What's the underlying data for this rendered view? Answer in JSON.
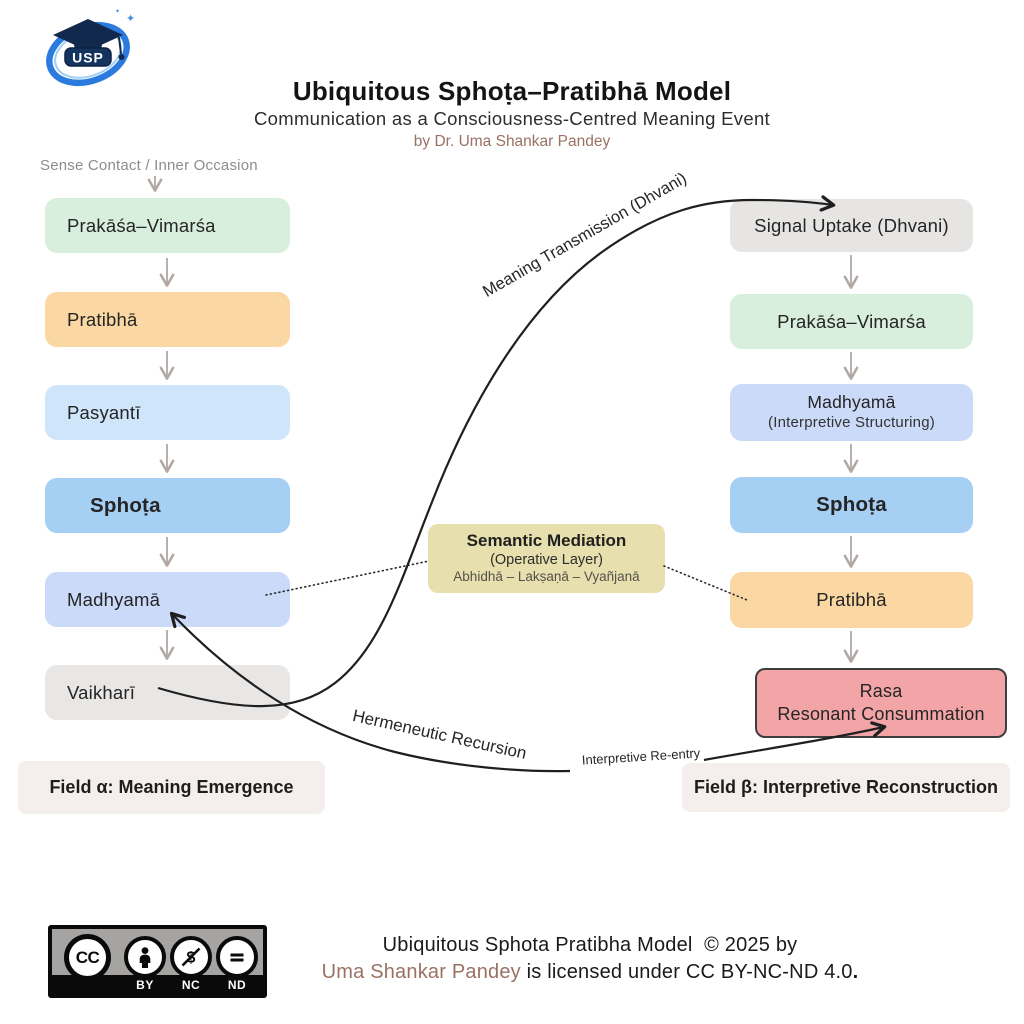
{
  "logo": {
    "text": "USP"
  },
  "header": {
    "title": "Ubiquitous Sphoṭa–Pratibhā Model",
    "subtitle": "Communication as a Consciousness-Centred Meaning Event",
    "byline": "by Dr. Uma Shankar Pandey"
  },
  "colors": {
    "accent_brown": "#9a7163",
    "field_bg": "#f4efed",
    "arrow_gray": "#b1a8a5",
    "curve_black": "#1f1f1f"
  },
  "left_column": {
    "entry_label": "Sense Contact / Inner Occasion",
    "boxes": [
      {
        "label": "Prakāśa–Vimarśa",
        "color": "#d8efdd"
      },
      {
        "label": "Pratibhā",
        "color": "#fbd7a3"
      },
      {
        "label": "Pasyantī",
        "color": "#cfe6fa"
      },
      {
        "label": "Sphoṭa",
        "color": "#a6cff4"
      },
      {
        "label": "Madhyamā",
        "color": "#cbdaf8"
      },
      {
        "label": "Vaikharī",
        "color": "#e8e7e6"
      }
    ],
    "field_label": "Field α: Meaning Emergence"
  },
  "right_column": {
    "boxes": [
      {
        "label": "Signal Uptake (Dhvani)",
        "color": "#e6e5e4"
      },
      {
        "label": "Prakāśa–Vimarśa",
        "color": "#d8efdd"
      },
      {
        "label": "Madhyamā",
        "sublabel": "(Interpretive Structuring)",
        "color": "#cbdaf8"
      },
      {
        "label": "Sphoṭa",
        "color": "#a6cff4"
      },
      {
        "label": "Pratibhā",
        "color": "#fbd7a3"
      },
      {
        "label": "Rasa",
        "sublabel": "Resonant Consummation",
        "color": "#f2a4a7",
        "border": "#3f3e3e"
      }
    ],
    "field_label": "Field β: Interpretive Reconstruction"
  },
  "mediation": {
    "title": "Semantic Mediation",
    "subtitle": "(Operative Layer)",
    "detail": "Abhidhā – Lakṣaṇā – Vyañjanā",
    "color": "#e7e0ae"
  },
  "flows": {
    "transmission": "Meaning Transmission (Dhvani)",
    "recursion": "Hermeneutic Recursion",
    "reentry": "Interpretive Re-entry"
  },
  "license": {
    "cc": "CC",
    "by": "BY",
    "nc": "NC",
    "nd": "ND",
    "line1": "Ubiquitous Sphota Pratibha Model  © 2025 by",
    "name": "Uma Shankar Pandey",
    "line2_rest": " is licensed under CC BY-NC-ND 4.0",
    "period": "."
  }
}
